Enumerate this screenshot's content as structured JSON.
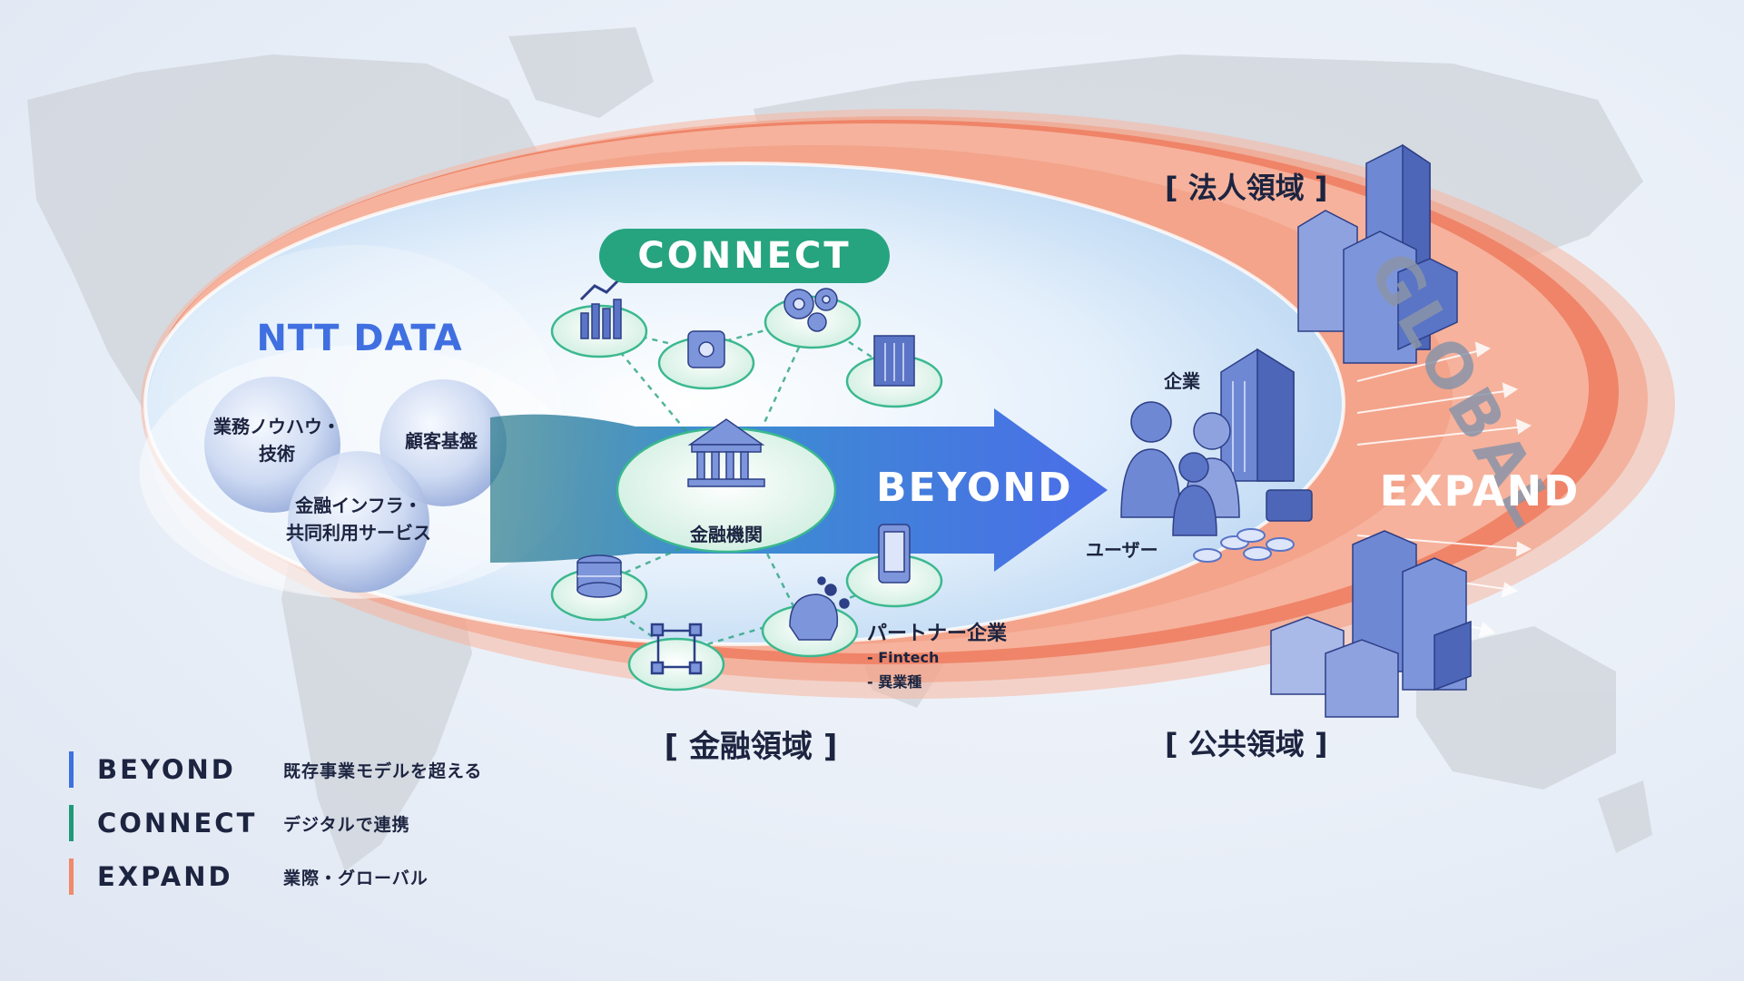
{
  "brand": {
    "name": "NTT DATA"
  },
  "colors": {
    "beyond": "#3f6fe0",
    "connect": "#1f9a78",
    "expand": "#f08a68",
    "navy": "#1c2440"
  },
  "center": {
    "connect_badge": "CONNECT",
    "bank_label": "金融機関",
    "beyond_arrow": "BEYOND",
    "domain_label": "[ 金融領域 ]",
    "icons": [
      "chart-icon",
      "safe-icon",
      "gears-icon",
      "building-icon",
      "database-icon",
      "blockchain-icon",
      "ai-head-icon",
      "smartphone-icon"
    ]
  },
  "left": {
    "items": [
      "業務ノウハウ・\n技術",
      "顧客基盤",
      "金融インフラ・\n共同利用サービス"
    ]
  },
  "right": {
    "company": "企業",
    "user": "ユーザー",
    "partner_title": "パートナー企業",
    "partner_items": [
      "- Fintech",
      "- 異業種"
    ],
    "corporate": "[ 法人領域 ]",
    "public": "[ 公共領域 ]",
    "expand": "EXPAND",
    "global": "GLOBAL"
  },
  "legend": [
    {
      "key": "BEYOND",
      "desc": "既存事業モデルを超える",
      "color": "#3f6fe0"
    },
    {
      "key": "CONNECT",
      "desc": "デジタルで連携",
      "color": "#1f9a78"
    },
    {
      "key": "EXPAND",
      "desc": "業際・グローバル",
      "color": "#f08a68"
    }
  ]
}
